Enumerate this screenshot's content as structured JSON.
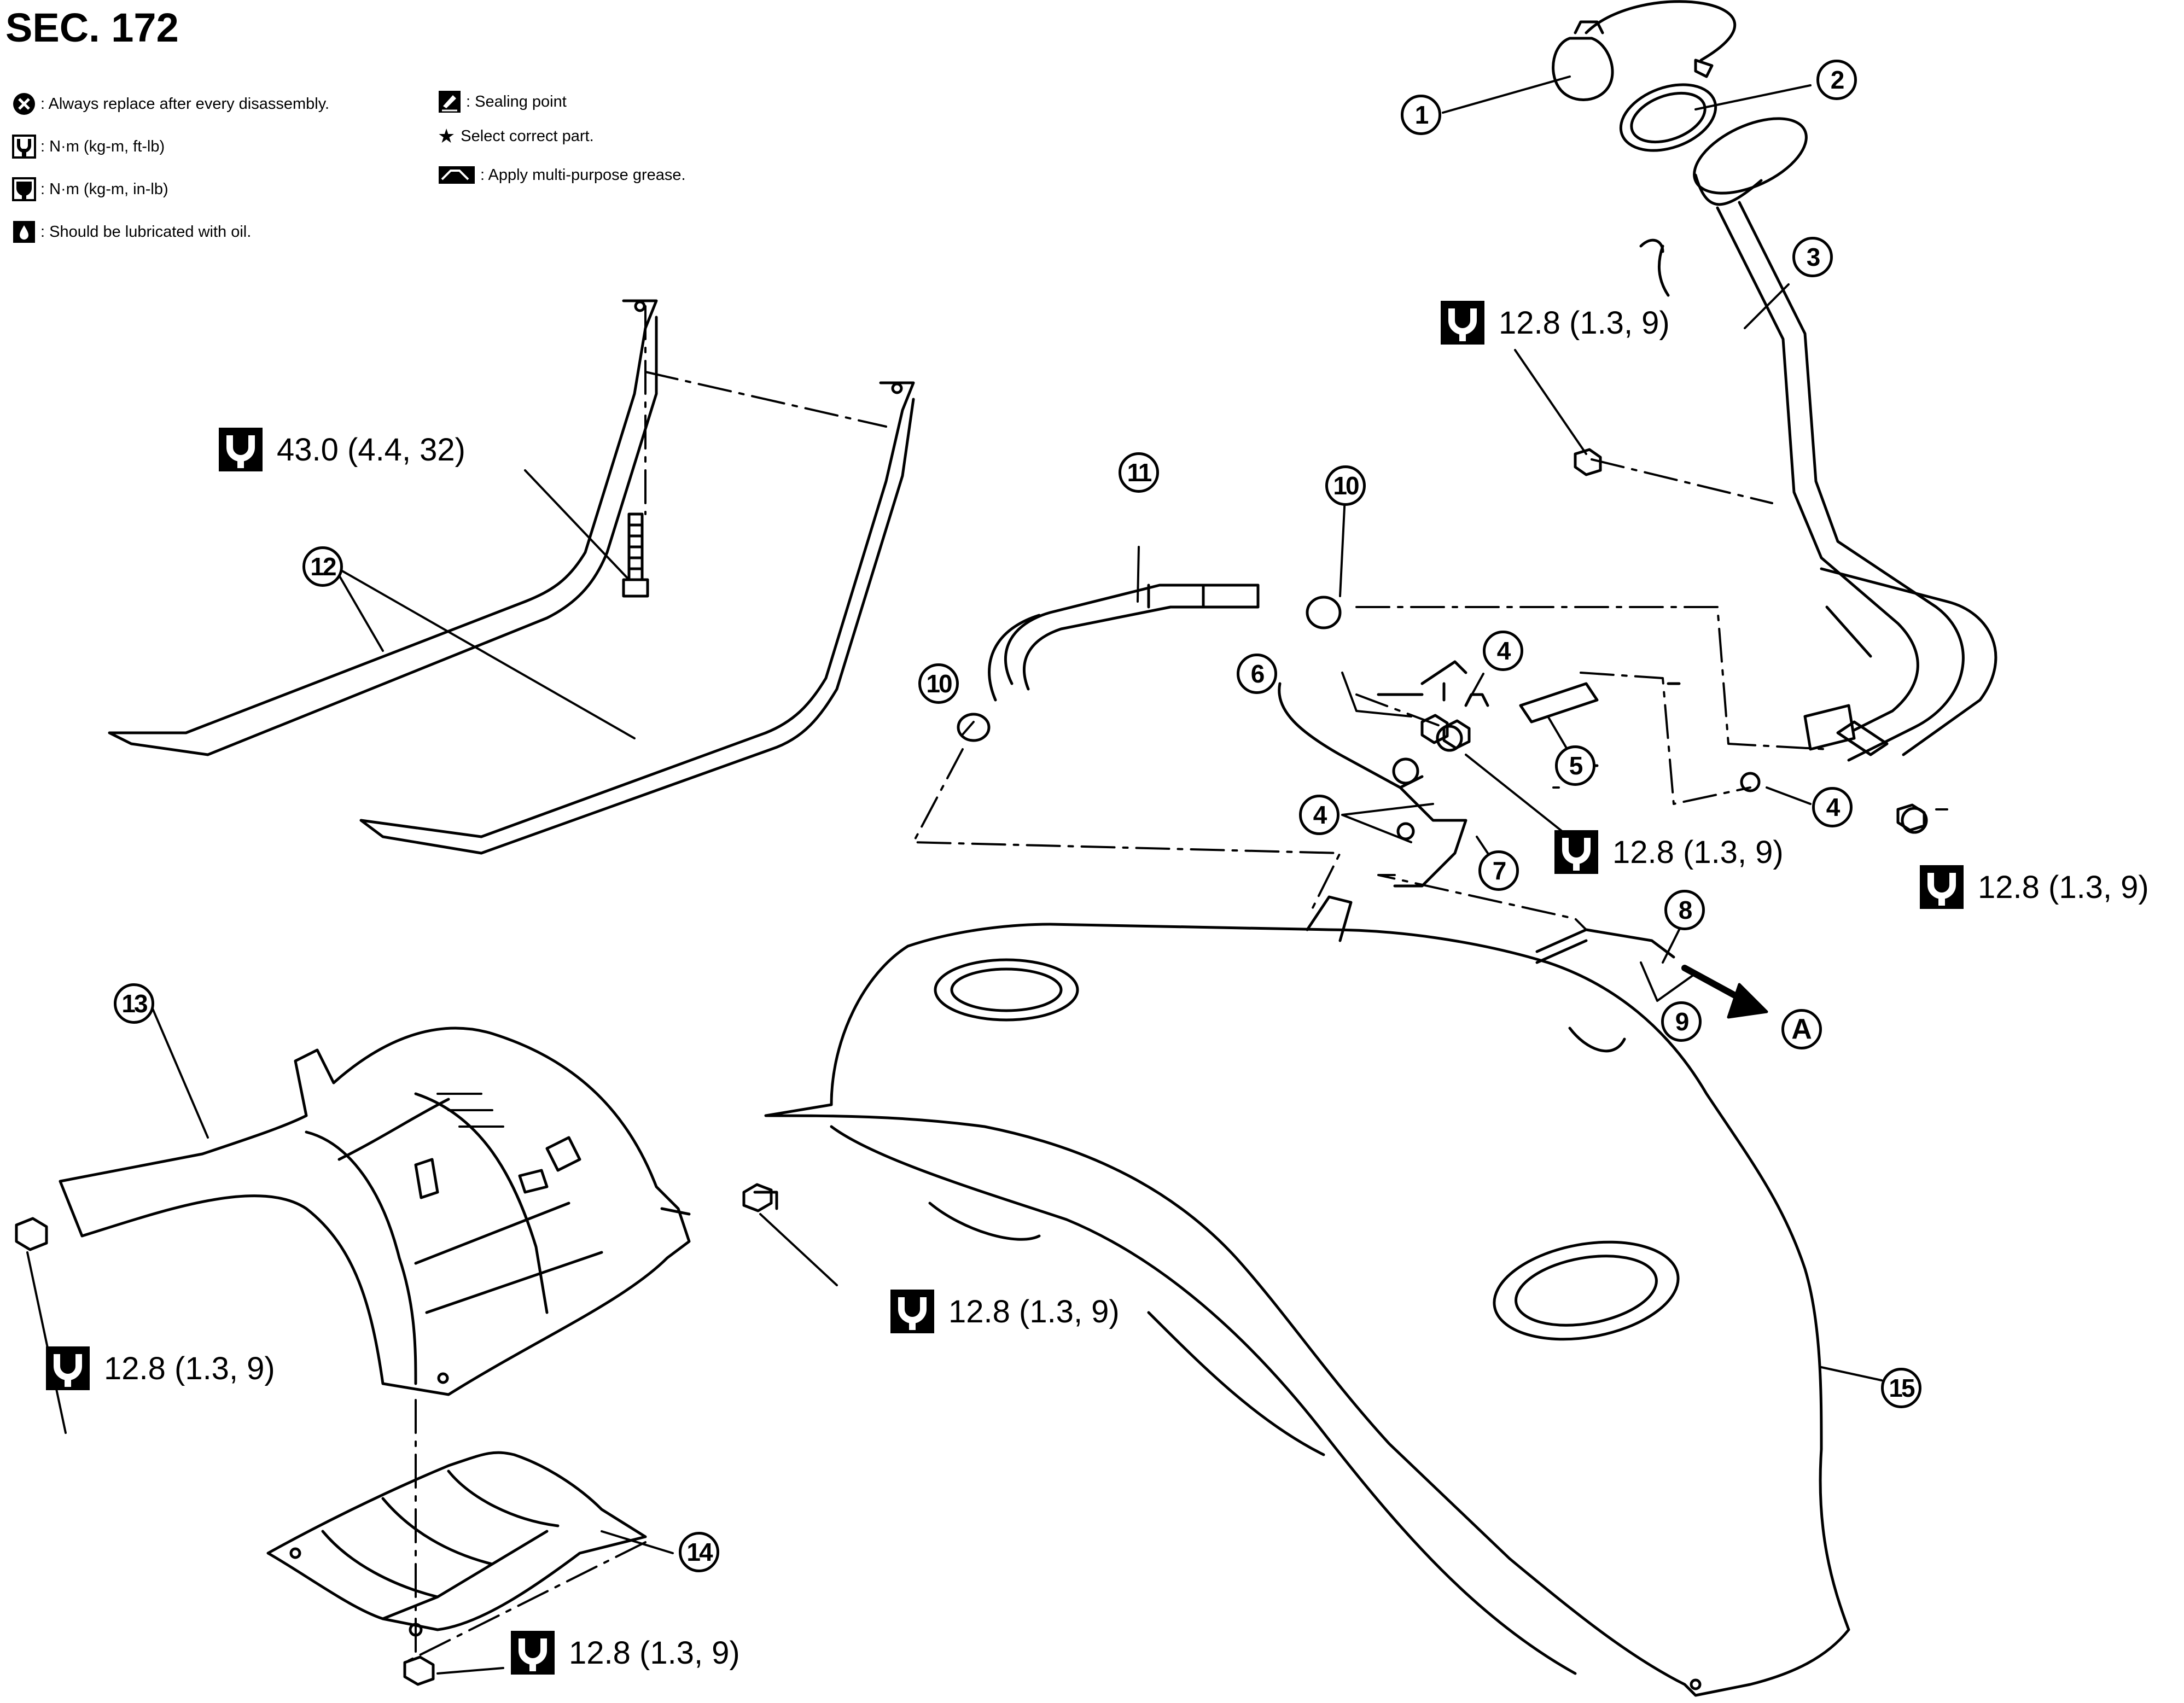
{
  "section": "SEC. 172",
  "legend": [
    {
      "icon": "replace-part-icon",
      "text": ": Always replace after every disassembly."
    },
    {
      "icon": "torque-wrench-icon",
      "text": ": N·m (kg-m, ft-lb)"
    },
    {
      "icon": "torque-wrench-small-icon",
      "text": ": N·m (kg-m, in-lb)"
    },
    {
      "icon": "oil-lubricate-icon",
      "text": ": Should be lubricated with oil."
    },
    {
      "icon": "sealing-point-icon",
      "text": ": Sealing point"
    },
    {
      "icon": "star-icon",
      "text": "Select correct part."
    },
    {
      "icon": "grease-icon",
      "text": ": Apply multi-purpose grease."
    }
  ],
  "star_glyph": "★",
  "torques": [
    "12.8 (1.3, 9)",
    "43.0 (4.4, 32)",
    "12.8 (1.3, 9)",
    "12.8 (1.3, 9)",
    "12.8 (1.3, 9)",
    "12.8 (1.3, 9)",
    "12.8 (1.3, 9)"
  ],
  "callouts": [
    "1",
    "2",
    "3",
    "4",
    "4",
    "4",
    "5",
    "6",
    "7",
    "8",
    "9",
    "10",
    "10",
    "11",
    "12",
    "13",
    "14",
    "15",
    "A"
  ]
}
